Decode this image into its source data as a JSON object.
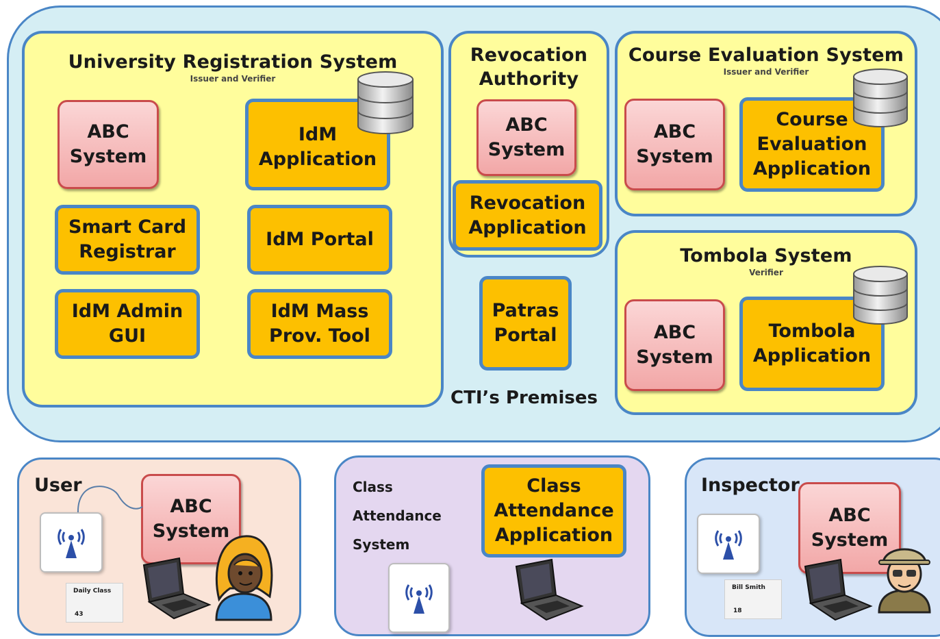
{
  "premises": {
    "label": "CTI’s Premises"
  },
  "urs": {
    "title": "University Registration System",
    "role": "Issuer and Verifier",
    "abc": "ABC\nSystem",
    "idm_app": "IdM\nApplication",
    "smart_card": "Smart Card\nRegistrar",
    "idm_portal": "IdM Portal",
    "idm_admin": "IdM Admin\nGUI",
    "idm_mass": "IdM Mass\nProv. Tool"
  },
  "revocation": {
    "title": "Revocation\nAuthority",
    "abc": "ABC\nSystem",
    "app": "Revocation\nApplication"
  },
  "patras": {
    "label": "Patras\nPortal"
  },
  "course": {
    "title": "Course Evaluation System",
    "role": "Issuer and Verifier",
    "abc": "ABC\nSystem",
    "app": "Course\nEvaluation\nApplication"
  },
  "tombola": {
    "title": "Tombola System",
    "role": "Verifier",
    "abc": "ABC\nSystem",
    "app": "Tombola\nApplication"
  },
  "user": {
    "title": "User",
    "abc": "ABC\nSystem",
    "card_title": "Daily Class",
    "card_value": "43"
  },
  "class_attendance": {
    "title": "Class\nAttendance\nSystem",
    "app": "Class\nAttendance\nApplication"
  },
  "inspector": {
    "title": "Inspector",
    "abc": "ABC\nSystem",
    "card_title": "Bill Smith",
    "card_value": "18"
  },
  "colors": {
    "premises_bg": "#d5eef4",
    "system_bg": "#fffd9c",
    "border_blue": "#4a86c6",
    "app_orange": "#fdc000",
    "abc_pink": "#f2a7a7",
    "user_bg": "#fae4d8",
    "class_bg": "#e4d7f0",
    "inspector_bg": "#d8e6f8"
  }
}
